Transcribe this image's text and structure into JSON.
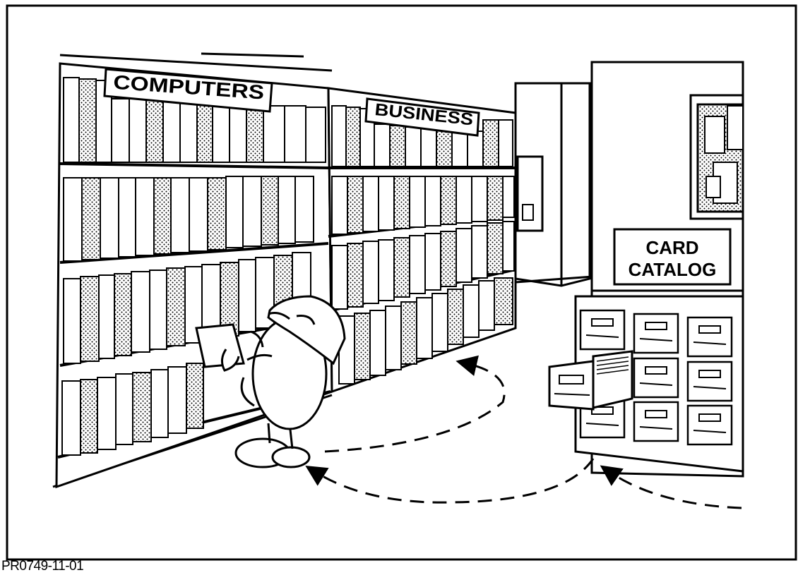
{
  "signs": {
    "computers": "COMPUTERS",
    "business": "BUSINESS",
    "card_catalog_line1": "CARD",
    "card_catalog_line2": "CATALOG"
  },
  "figure_code": "PR0749-11-01",
  "colors": {
    "ink": "#000000",
    "paper": "#ffffff"
  },
  "icons": {
    "character": "egg-mascot-with-hard-hat",
    "path": "dashed-arrow-loop"
  }
}
